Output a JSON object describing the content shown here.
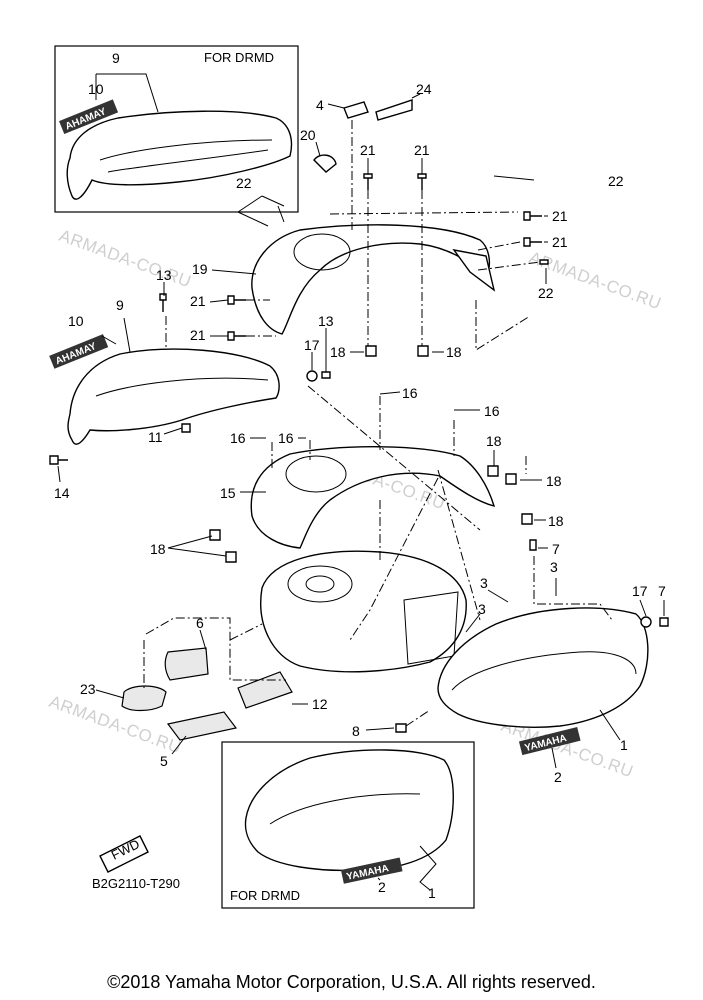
{
  "diagram": {
    "box_label_top": "FOR DRMD",
    "box_label_bottom": "FOR DRMD",
    "code": "B2G2110-T290",
    "fwd": "FWD",
    "decal_top": "AHAMAY",
    "decal_left": "AHAMAY",
    "decal_right": "YAMAHA",
    "decal_bottom": "YAMAHA",
    "watermark": "ARMADA-CO.RU",
    "callouts": {
      "c9_top": "9",
      "c10_top": "10",
      "c4": "4",
      "c24": "24",
      "c20": "20",
      "c21_a": "21",
      "c21_b": "21",
      "c22_a": "22",
      "c22_b": "22",
      "c21_c": "21",
      "c21_d": "21",
      "c22_c": "22",
      "c19": "19",
      "c13_a": "13",
      "c21_e": "21",
      "c21_f": "21",
      "c10_left": "10",
      "c9_left": "9",
      "c17_a": "17",
      "c13_b": "13",
      "c18_a": "18",
      "c18_b": "18",
      "c11": "11",
      "c14": "14",
      "c16_a": "16",
      "c16_b": "16",
      "c16_c": "16",
      "c16_d": "16",
      "c15": "15",
      "c18_c": "18",
      "c18_d": "18",
      "c18_e": "18",
      "c18_f": "18",
      "c7_a": "7",
      "c3_a": "3",
      "c3_b": "3",
      "c3_c": "3",
      "c17_b": "17",
      "c7_b": "7",
      "c6": "6",
      "c23": "23",
      "c12": "12",
      "c5": "5",
      "c8": "8",
      "c1_a": "1",
      "c2_a": "2",
      "c1_b": "1",
      "c2_b": "2"
    }
  },
  "copyright": "©2018 Yamaha Motor Corporation, U.S.A. All rights reserved."
}
